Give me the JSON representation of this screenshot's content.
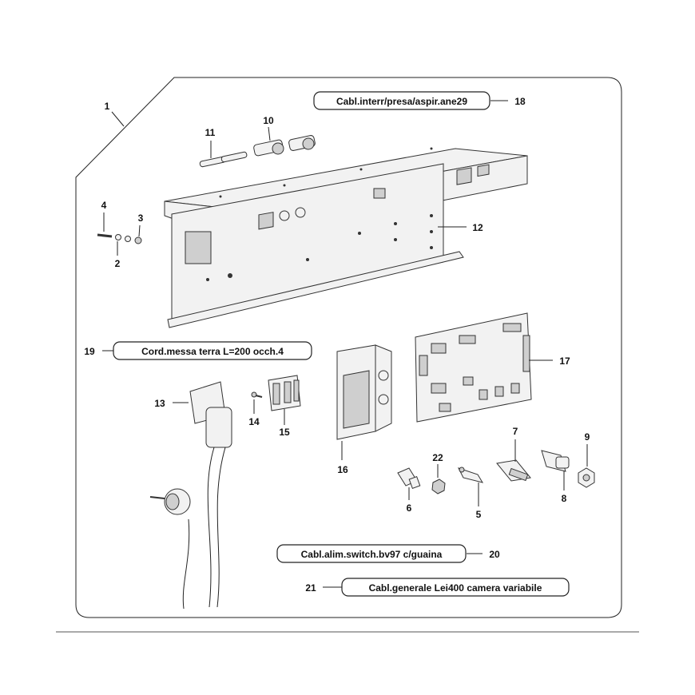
{
  "diagram": {
    "callouts": [
      {
        "id": "c1",
        "num": "1"
      },
      {
        "id": "c2",
        "num": "2"
      },
      {
        "id": "c3",
        "num": "3"
      },
      {
        "id": "c4",
        "num": "4"
      },
      {
        "id": "c5",
        "num": "5"
      },
      {
        "id": "c6",
        "num": "6"
      },
      {
        "id": "c7",
        "num": "7"
      },
      {
        "id": "c8",
        "num": "8"
      },
      {
        "id": "c9",
        "num": "9"
      },
      {
        "id": "c10",
        "num": "10"
      },
      {
        "id": "c11",
        "num": "11"
      },
      {
        "id": "c12",
        "num": "12"
      },
      {
        "id": "c13",
        "num": "13"
      },
      {
        "id": "c14",
        "num": "14"
      },
      {
        "id": "c15",
        "num": "15"
      },
      {
        "id": "c16",
        "num": "16"
      },
      {
        "id": "c17",
        "num": "17"
      },
      {
        "id": "c18",
        "num": "18"
      },
      {
        "id": "c19",
        "num": "19"
      },
      {
        "id": "c20",
        "num": "20"
      },
      {
        "id": "c21",
        "num": "21"
      },
      {
        "id": "c22",
        "num": "22"
      }
    ],
    "labels": {
      "l18": "Cabl.interr/presa/aspir.ane29",
      "l19": "Cord.messa terra L=200 occh.4",
      "l20": "Cabl.alim.switch.bv97 c/guaina",
      "l21": "Cabl.generale Lei400 camera variabile"
    }
  }
}
